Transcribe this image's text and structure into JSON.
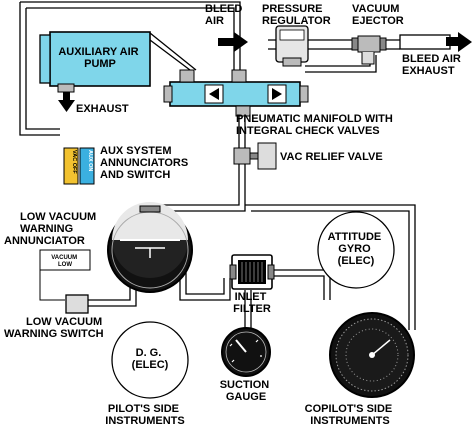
{
  "labels": {
    "bleed_air": [
      "BLEED",
      "AIR"
    ],
    "pressure_regulator": [
      "PRESSURE",
      "REGULATOR"
    ],
    "vacuum_ejector": [
      "VACUUM",
      "EJECTOR"
    ],
    "bleed_air_exhaust": [
      "BLEED AIR",
      "EXHAUST"
    ],
    "auxiliary_air_pump": [
      "AUXILIARY AIR",
      "PUMP"
    ],
    "exhaust": "EXHAUST",
    "pneumatic_manifold": [
      "PNEUMATIC MANIFOLD WITH",
      "INTEGRAL CHECK VALVES"
    ],
    "aux_system": [
      "AUX SYSTEM",
      "ANNUNCIATORS",
      "AND SWITCH"
    ],
    "vac_relief_valve": "VAC RELIEF VALVE",
    "low_vacuum_annunciator": [
      "LOW VACUUM",
      "WARNING",
      "ANNUNCIATOR"
    ],
    "vacuum_low_box": [
      "VACUUM",
      "LOW"
    ],
    "low_vacuum_switch": [
      "LOW VACUUM",
      "WARNING SWITCH"
    ],
    "attitude_gyro": [
      "ATTITUDE",
      "GYRO",
      "(ELEC)"
    ],
    "inlet_filter": [
      "INLET",
      "FILTER"
    ],
    "dg": [
      "D. G.",
      "(ELEC)"
    ],
    "suction_gauge": [
      "SUCTION",
      "GAUGE"
    ],
    "pilots_side": [
      "PILOT'S SIDE",
      "INSTRUMENTS"
    ],
    "copilots_side": [
      "COPILOT'S SIDE",
      "INSTRUMENTS"
    ],
    "annunciator_vac": [
      "VAC",
      "OFF"
    ],
    "annunciator_aux": [
      "AUX",
      "ON"
    ]
  },
  "colors": {
    "manifold": "#7fd6ea",
    "aux_pump": "#7fd6ea",
    "vac_off_annunciator": "#f2c230",
    "aux_on_annunciator": "#3bb0e0",
    "line": "#000000"
  }
}
